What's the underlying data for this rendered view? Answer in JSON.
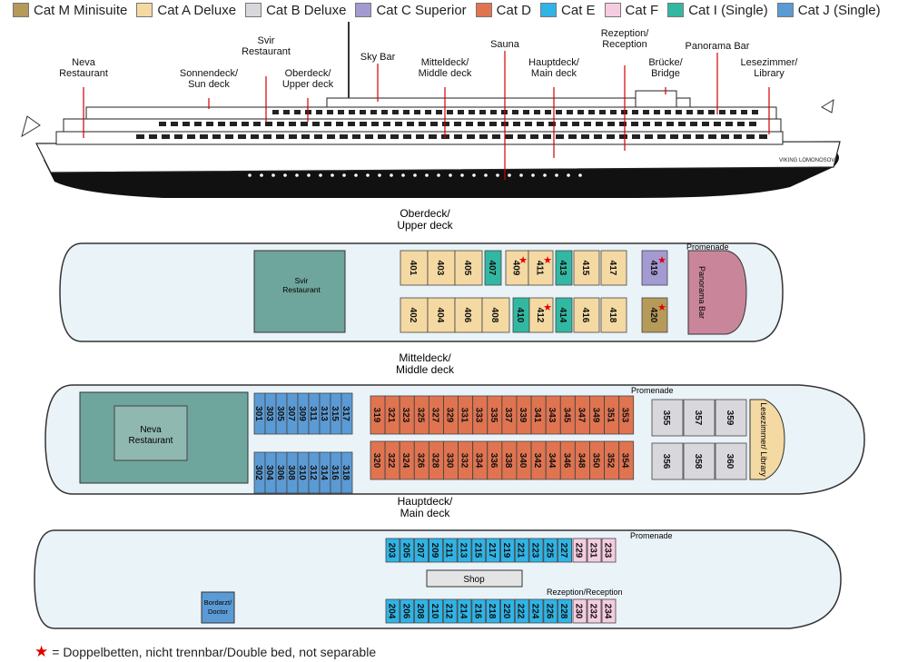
{
  "legend": [
    {
      "label": "Cat M Minisuite",
      "color": "#b59a5a"
    },
    {
      "label": "Cat A Deluxe",
      "color": "#f4d9a3"
    },
    {
      "label": "Cat B Deluxe",
      "color": "#d8d8dc"
    },
    {
      "label": "Cat C Superior",
      "color": "#a49ad2"
    },
    {
      "label": "Cat D",
      "color": "#e07450"
    },
    {
      "label": "Cat E",
      "color": "#2fb4e6"
    },
    {
      "label": "Cat F",
      "color": "#f6cde0"
    },
    {
      "label": "Cat I (Single)",
      "color": "#32b8a2"
    },
    {
      "label": "Cat J (Single)",
      "color": "#5b9bd5"
    }
  ],
  "ship_name": "VIKING LOMONOSOV",
  "callouts": {
    "neva": [
      "Neva",
      "Restaurant"
    ],
    "sundeck": [
      "Sonnendeck/",
      "Sun deck"
    ],
    "svir": [
      "Svir",
      "Restaurant"
    ],
    "upper": [
      "Oberdeck/",
      "Upper deck"
    ],
    "skybar": [
      "Sky Bar"
    ],
    "middle": [
      "Mitteldeck/",
      "Middle deck"
    ],
    "sauna": [
      "Sauna"
    ],
    "main": [
      "Hauptdeck/",
      "Main deck"
    ],
    "reception": [
      "Rezeption/",
      "Reception"
    ],
    "bridge": [
      "Brücke/",
      "Bridge"
    ],
    "panorama": [
      "Panorama Bar"
    ],
    "library": [
      "Lesezimmer/",
      "Library"
    ]
  },
  "decks": {
    "upper": {
      "title": [
        "Oberdeck/",
        "Upper deck"
      ],
      "labels": {
        "promenade": "Promenade",
        "svir": [
          "Svir",
          "Restaurant"
        ],
        "panorama_bar": "Panorama Bar"
      },
      "top": [
        {
          "n": "401",
          "cat": "A"
        },
        {
          "n": "403",
          "cat": "A"
        },
        {
          "n": "405",
          "cat": "A"
        },
        {
          "n": "407",
          "cat": "I"
        },
        {
          "n": "409",
          "cat": "A",
          "star": true
        },
        {
          "n": "411",
          "cat": "A",
          "star": true
        },
        {
          "n": "413",
          "cat": "I"
        },
        {
          "n": "415",
          "cat": "A"
        },
        {
          "n": "417",
          "cat": "A"
        }
      ],
      "bottom": [
        {
          "n": "402",
          "cat": "A"
        },
        {
          "n": "404",
          "cat": "A"
        },
        {
          "n": "406",
          "cat": "A"
        },
        {
          "n": "408",
          "cat": "A"
        },
        {
          "n": "410",
          "cat": "I"
        },
        {
          "n": "412",
          "cat": "A",
          "star": true
        },
        {
          "n": "414",
          "cat": "I"
        },
        {
          "n": "416",
          "cat": "A"
        },
        {
          "n": "418",
          "cat": "A"
        }
      ],
      "suites": [
        {
          "n": "419",
          "cat": "C",
          "star": true
        },
        {
          "n": "420",
          "cat": "M",
          "star": true
        }
      ]
    },
    "middle": {
      "title": [
        "Mitteldeck/",
        "Middle deck"
      ],
      "labels": {
        "promenade": "Promenade",
        "neva": [
          "Neva",
          "Restaurant"
        ],
        "library": "Lesezimmer/ Library"
      },
      "j_top": [
        "301",
        "303",
        "305",
        "307",
        "309",
        "311",
        "313",
        "315",
        "317"
      ],
      "j_bottom": [
        "302",
        "304",
        "306",
        "308",
        "310",
        "312",
        "314",
        "316",
        "318"
      ],
      "d_top": [
        "319",
        "321",
        "323",
        "325",
        "327",
        "329",
        "331",
        "333",
        "335",
        "337",
        "339",
        "341",
        "343",
        "345",
        "347",
        "349",
        "351",
        "353"
      ],
      "d_bottom": [
        "320",
        "322",
        "324",
        "326",
        "328",
        "330",
        "332",
        "334",
        "336",
        "338",
        "340",
        "342",
        "344",
        "346",
        "348",
        "350",
        "352",
        "354"
      ],
      "b_top": [
        "355",
        "357",
        "359"
      ],
      "b_bottom": [
        "356",
        "358",
        "360"
      ]
    },
    "main": {
      "title": [
        "Hauptdeck/",
        "Main deck"
      ],
      "labels": {
        "promenade": "Promenade",
        "shop": "Shop",
        "reception": "Rezeption/Reception",
        "doctor": [
          "Bordarzt/",
          "Doctor"
        ]
      },
      "e_top": [
        "203",
        "205",
        "207",
        "209",
        "211",
        "213",
        "215",
        "217",
        "219",
        "221",
        "223",
        "225",
        "227"
      ],
      "f_top": [
        "229",
        "231",
        "233"
      ],
      "e_bottom": [
        "204",
        "206",
        "208",
        "210",
        "212",
        "214",
        "216",
        "218",
        "220",
        "222",
        "224",
        "226",
        "228"
      ],
      "f_bottom": [
        "230",
        "232",
        "234"
      ]
    }
  },
  "footnote": "= Doppelbetten, nicht trennbar/Double bed, not separable"
}
